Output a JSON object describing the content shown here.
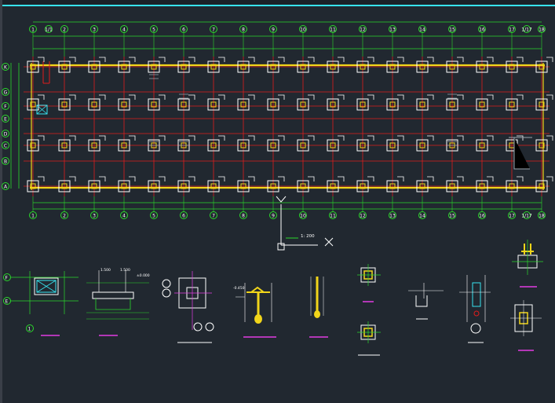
{
  "drawing": {
    "top_axis_labels": [
      "1",
      "1/1",
      "2",
      "3",
      "4",
      "5",
      "6",
      "7",
      "8",
      "9",
      "10",
      "11",
      "12",
      "13",
      "14",
      "15",
      "16",
      "17",
      "1/17",
      "18"
    ],
    "bottom_axis_labels": [
      "1",
      "2",
      "3",
      "4",
      "5",
      "6",
      "7",
      "8",
      "9",
      "10",
      "11",
      "12",
      "13",
      "14",
      "15",
      "16",
      "17",
      "1/17",
      "18"
    ],
    "left_axis_labels": [
      "K",
      "G",
      "F",
      "E",
      "D",
      "C",
      "B",
      "A"
    ],
    "scale_label": "1: 200",
    "detail_labels": {
      "elev1": "1.500",
      "elev2": "1.500",
      "elev3": "±0.000",
      "elev4": "-0.450",
      "detail_axis_f": "F",
      "detail_axis_e": "E",
      "detail_axis_1": "1"
    }
  },
  "colors": {
    "background": "#212830",
    "grid_red": "#e01c1c",
    "beam_yellow": "#f1d51a",
    "column_white": "#ffffff",
    "green": "#2bd92b",
    "cyan": "#38e4f0",
    "magenta": "#e23ce2"
  }
}
